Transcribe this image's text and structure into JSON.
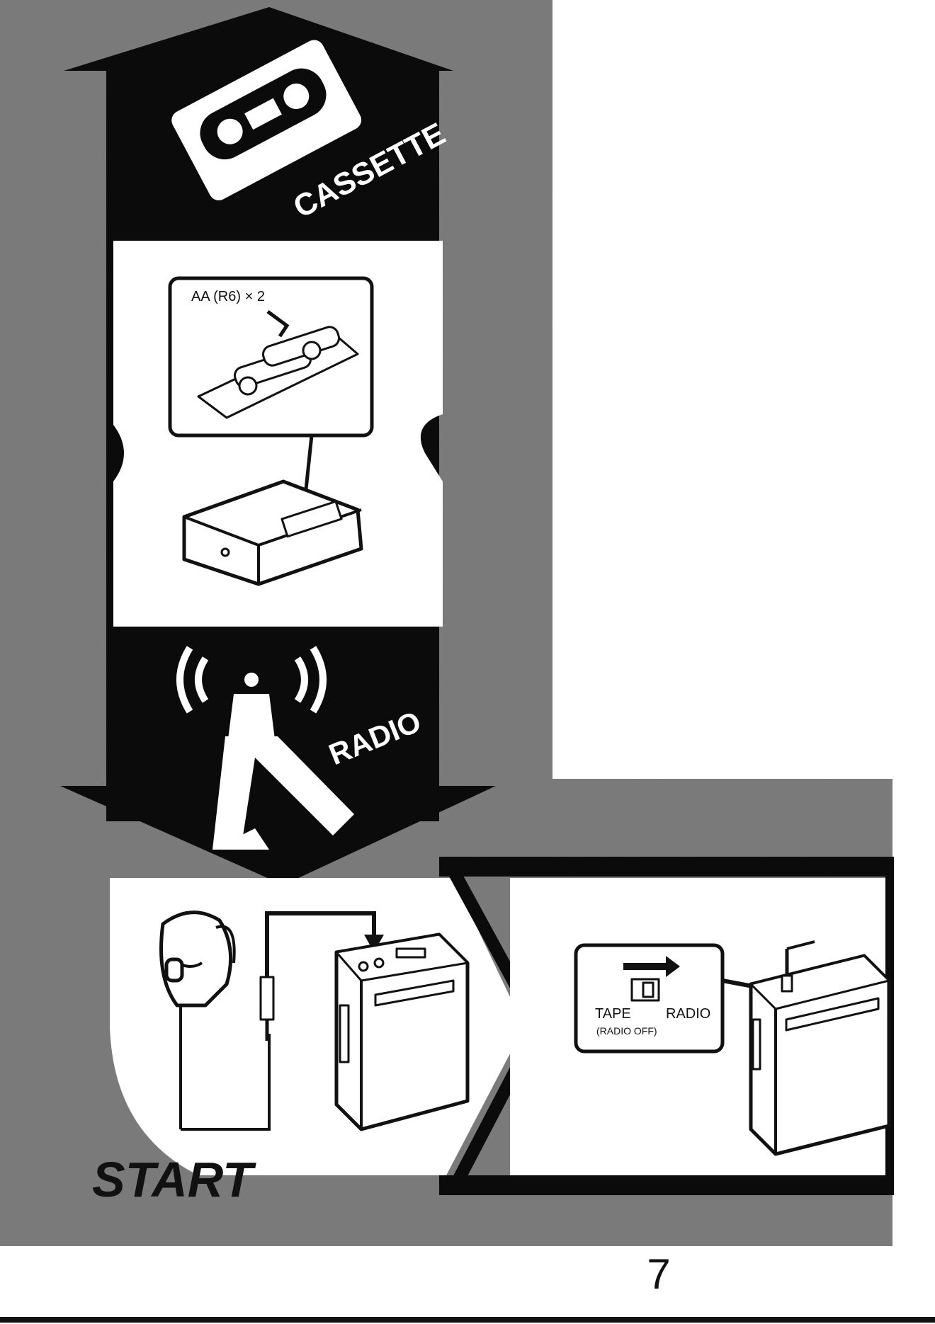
{
  "sections": {
    "cassette": {
      "label": "CASSETTE"
    },
    "radio": {
      "label": "RADIO"
    },
    "start": {
      "label": "START"
    }
  },
  "battery_step": {
    "label": "AA (R6) × 2"
  },
  "switch_step": {
    "tape_label": "TAPE",
    "radio_label": "RADIO",
    "radio_off_label": "(RADIO OFF)"
  },
  "page_number": "7",
  "colors": {
    "ink": "#111111",
    "paper": "#ffffff",
    "grain": "#555555"
  },
  "icons": [
    "cassette-icon",
    "radio-tower-icon",
    "headphone-icon",
    "battery-icon",
    "arrow-right-icon"
  ]
}
